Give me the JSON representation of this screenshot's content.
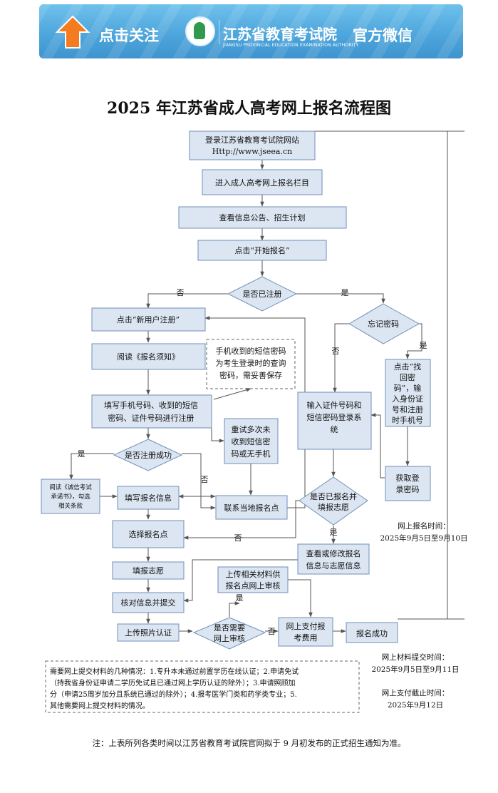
{
  "banner": {
    "follow": "点击关注",
    "org": "江苏省教育考试院",
    "org_en": "JIANGSU PROVINCIAL EDUCATION EXAMINATION AUTHORITY",
    "wechat": "官方微信",
    "colors": {
      "bg": "#4ea6dc",
      "text": "#ffffff",
      "arrow": "#f47c20"
    },
    "icons": [
      "up-arrow-icon",
      "exam-authority-logo-icon"
    ]
  },
  "title": "2025 年江苏省成人高考网上报名流程图",
  "flow": {
    "login": [
      "登录江苏省教育考试院网站",
      "Http://www.jseea.cn"
    ],
    "enter": "进入成人高考网上报名栏目",
    "notice": "查看信息公告、招生计划",
    "start": "点击“开始报名”",
    "registered_q": "是否已注册",
    "no1": "否",
    "yes1": "是",
    "new_user": "点击“新用户注册”",
    "read": "阅读《报名须知》",
    "sms_note": [
      "手机收到的短信密码",
      "为考生登录时的查询",
      "密码，需妥善保存"
    ],
    "fill_phone": [
      "填写手机号码、收到的短信",
      "密码、证件号码进行注册"
    ],
    "retry": [
      "重试多次未",
      "收到短信密",
      "码或无手机"
    ],
    "success_q": "是否注册成功",
    "yes2": "是",
    "no2": "否",
    "integrity": [
      "阅读《诚信考试",
      "承诺书》，勾选",
      "相关条款"
    ],
    "fill_info": "填写报名信息",
    "contact": "联系当地报名点",
    "choose_site": "选择报名点",
    "fill_wish": "填报志愿",
    "verify": "核对信息并提交",
    "upload_photo": "上传照片认证",
    "need_review_q": [
      "是否需要",
      "网上审核"
    ],
    "yes3": "是",
    "no3": "否",
    "upload_material": [
      "上传相关材料供",
      "报名点网上审核"
    ],
    "pay": [
      "网上支付报",
      "考费用"
    ],
    "done": "报名成功",
    "forgot_q": "忘记密码",
    "no4": "否",
    "yes4": "是",
    "click_pwd": [
      "点击“找",
      "回密",
      "码”，输",
      "入身份证",
      "号和注册",
      "时手机号"
    ],
    "get_pwd": [
      "获取登",
      "录密码"
    ],
    "login_cert": [
      "输入证件号码和",
      "短信密码登录系",
      "统"
    ],
    "reg_wish_q": [
      "是否已报名并",
      "填报志愿"
    ],
    "no5": "否",
    "yes5": "是",
    "view_edit": [
      "查看或修改报名",
      "信息与志愿信息"
    ],
    "materials_note": [
      "需要网上提交材料的几种情况：1.专升本未通过前置学历在线认证；2.申请免试",
      "（持我省身份证申请二学历免试且已通过网上学历认证的除外）；3.申请照顾加",
      "分（申请25周岁加分且系统已通过的除外）；4.报考医学门类和药学类专业；5.",
      "其他需要网上提交材料的情况。"
    ]
  },
  "times": {
    "reg_label": "网上报名时间：",
    "reg_value": "2025年9月5日至9月10日",
    "material_label": "网上材料提交时间：",
    "material_value": "2025年9月5日至9月11日",
    "pay_label": "网上支付截止时间：",
    "pay_value": "2025年9月12日"
  },
  "footnote": "注：上表所列各类时间以江苏省教育考试院官网拟于 9 月初发布的正式招生通知为准。",
  "colors": {
    "box_fill": "#dce6f2",
    "box_stroke": "#6f8fb8",
    "line": "#555555"
  }
}
